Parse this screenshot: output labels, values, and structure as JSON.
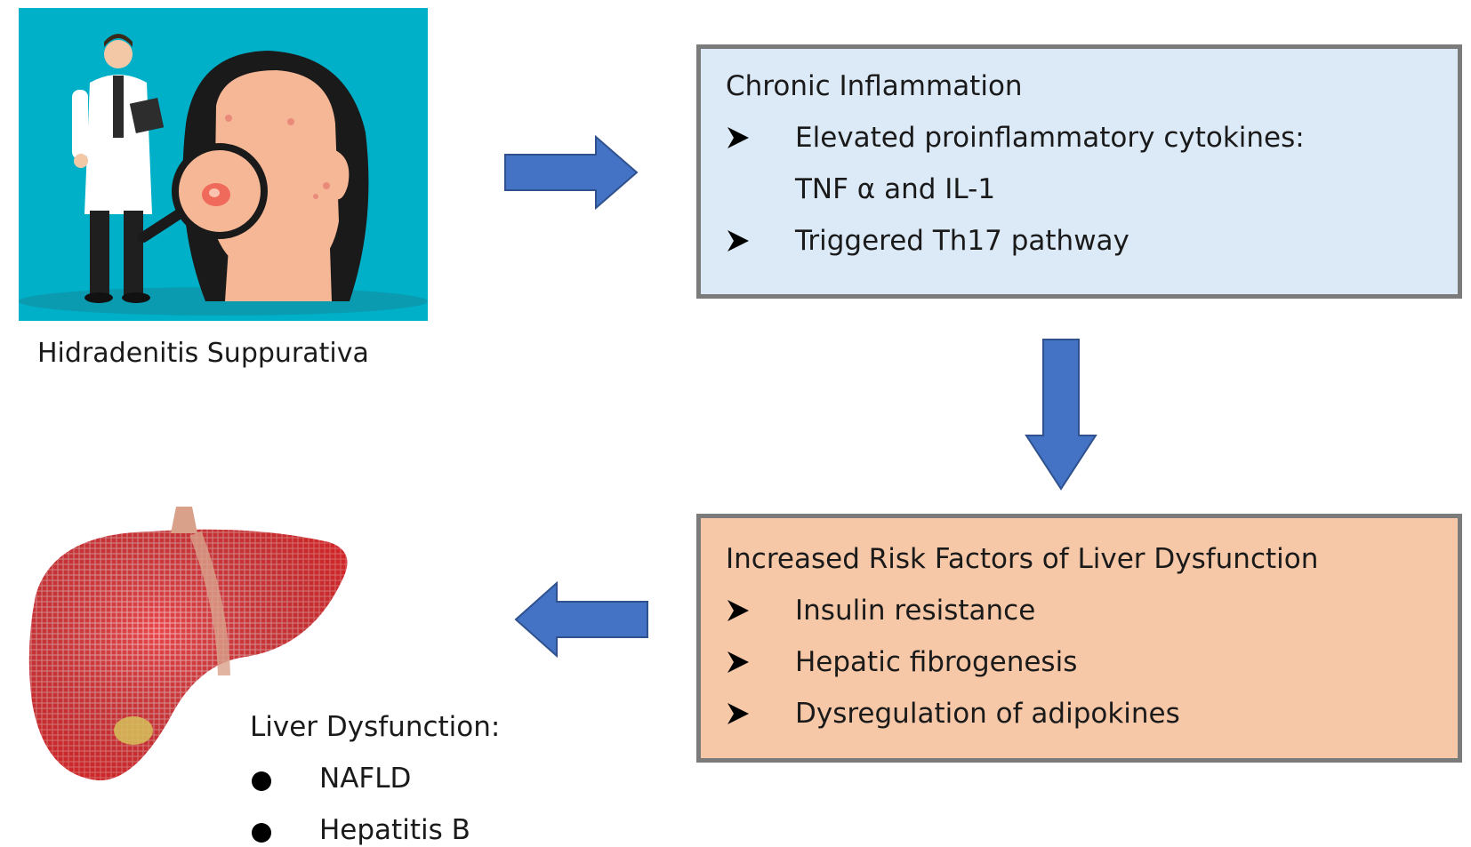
{
  "left_panel": {
    "caption": "Hidradenitis Suppurativa"
  },
  "inflammation_box": {
    "title": "Chronic Inflammation",
    "items": [
      {
        "line1": "Elevated proinflammatory cytokines:",
        "line2": "TNF α and IL-1"
      },
      {
        "line1": "Triggered Th17 pathway"
      }
    ]
  },
  "risk_box": {
    "title": "Increased Risk Factors of Liver Dysfunction",
    "items": [
      "Insulin resistance",
      "Hepatic fibrogenesis",
      "Dysregulation of adipokines"
    ]
  },
  "liver_panel": {
    "title": "Liver Dysfunction:",
    "items": [
      "NAFLD",
      "Hepatitis B"
    ]
  },
  "colors": {
    "arrow_fill": "#4472c4",
    "arrow_stroke": "#2f528f",
    "inflammation_bg": "#dce9f6",
    "risk_bg": "#f6c8a8",
    "box_border": "#7b7b7b",
    "illustration_bg": "#00b0c8"
  },
  "icons": [
    "doctor-icon",
    "patient-face-icon",
    "magnifier-icon",
    "liver-icon"
  ]
}
